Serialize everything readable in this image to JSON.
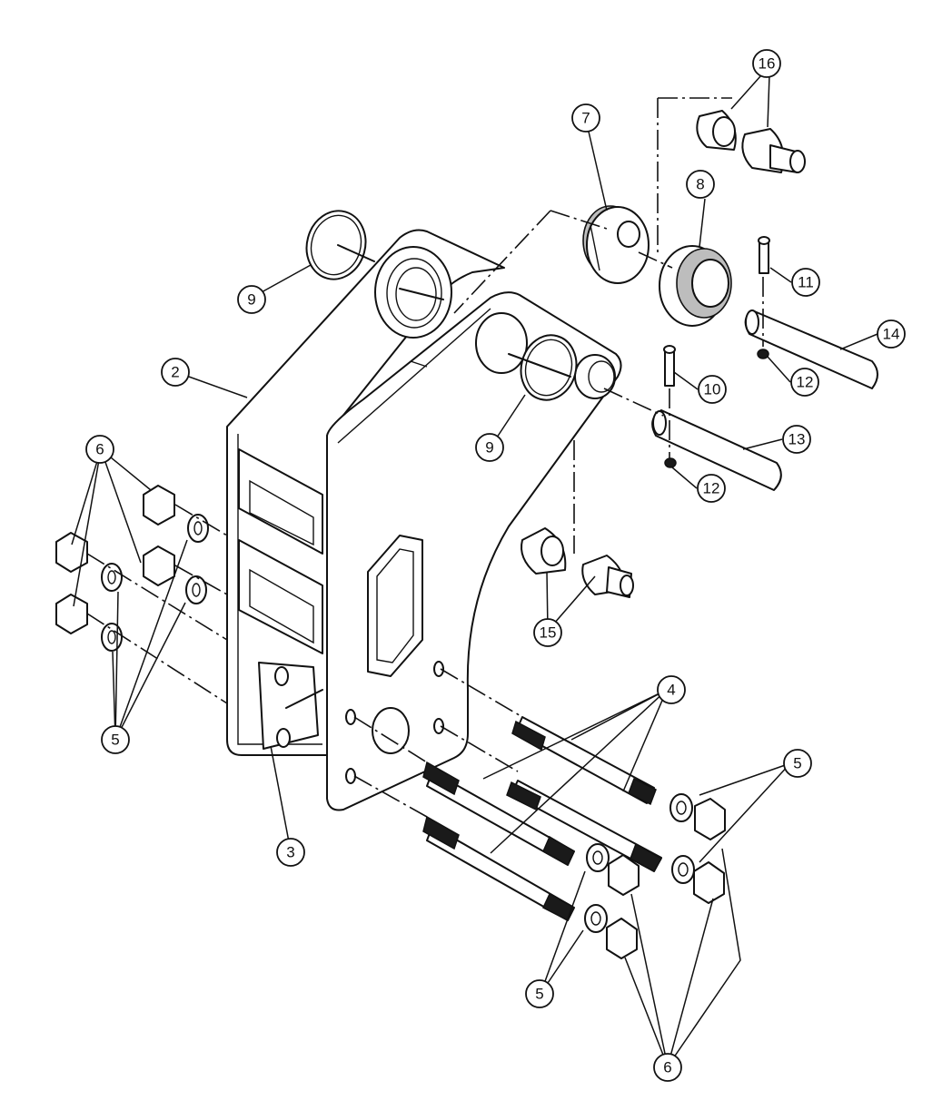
{
  "callouts": [
    {
      "id": "c16",
      "label": "16"
    },
    {
      "id": "c7",
      "label": "7"
    },
    {
      "id": "c8",
      "label": "8"
    },
    {
      "id": "c11",
      "label": "11"
    },
    {
      "id": "c14",
      "label": "14"
    },
    {
      "id": "c12a",
      "label": "12"
    },
    {
      "id": "c9a",
      "label": "9"
    },
    {
      "id": "c2",
      "label": "2"
    },
    {
      "id": "c10",
      "label": "10"
    },
    {
      "id": "c9b",
      "label": "9"
    },
    {
      "id": "c13",
      "label": "13"
    },
    {
      "id": "c12b",
      "label": "12"
    },
    {
      "id": "c6a",
      "label": "6"
    },
    {
      "id": "c15",
      "label": "15"
    },
    {
      "id": "c4",
      "label": "4"
    },
    {
      "id": "c5a",
      "label": "5"
    },
    {
      "id": "c5b",
      "label": "5"
    },
    {
      "id": "c3",
      "label": "3"
    },
    {
      "id": "c5c",
      "label": "5"
    },
    {
      "id": "c6b",
      "label": "6"
    }
  ]
}
